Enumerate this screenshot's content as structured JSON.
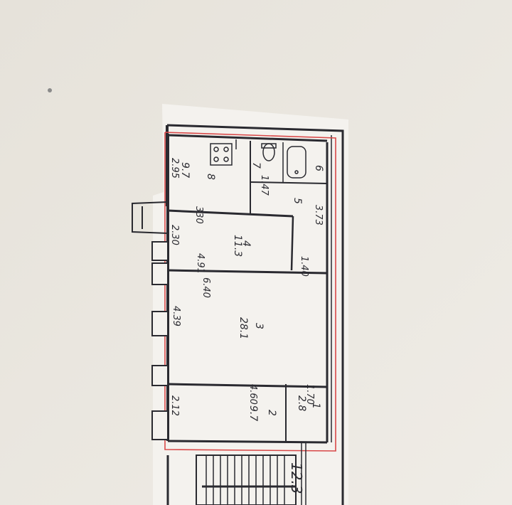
{
  "plan": {
    "outline_color": "#d84848",
    "ink_color": "#2a2a30",
    "paper_color": "#f4f2ee",
    "rooms": [
      {
        "id": "1",
        "number": "1",
        "area": "2.8"
      },
      {
        "id": "2",
        "number": "2",
        "area": "9.7"
      },
      {
        "id": "3",
        "number": "3",
        "area": "28.1"
      },
      {
        "id": "4",
        "number": "4",
        "area": "11.3"
      },
      {
        "id": "5",
        "number": "5",
        "area": ""
      },
      {
        "id": "6",
        "number": "6",
        "area": ""
      },
      {
        "id": "7",
        "number": "7",
        "area": ""
      },
      {
        "id": "8",
        "number": "8",
        "area": "9.7"
      }
    ],
    "dimensions": {
      "d_330": "330",
      "d_295": "2.95",
      "d_373": "3.73",
      "d_230": "2.30",
      "d_491": "4.91",
      "d_140": "1.40",
      "d_640": "6.40",
      "d_439": "4.39",
      "d_460": "4.60",
      "d_170": "1.70",
      "d_212": "2.12",
      "d_147": "1.47",
      "d_1230": "12.3"
    }
  }
}
